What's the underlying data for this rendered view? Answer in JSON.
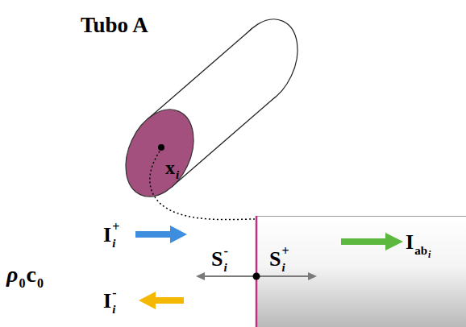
{
  "diagram": {
    "labels": [
      "Tubo A",
      "x",
      "i",
      "I",
      "i",
      "+",
      "I",
      "i",
      "-",
      "S",
      "i",
      "-",
      "S",
      "i",
      "+",
      "I",
      "ab",
      "i",
      "ρ",
      "0",
      "c",
      "0"
    ]
  }
}
